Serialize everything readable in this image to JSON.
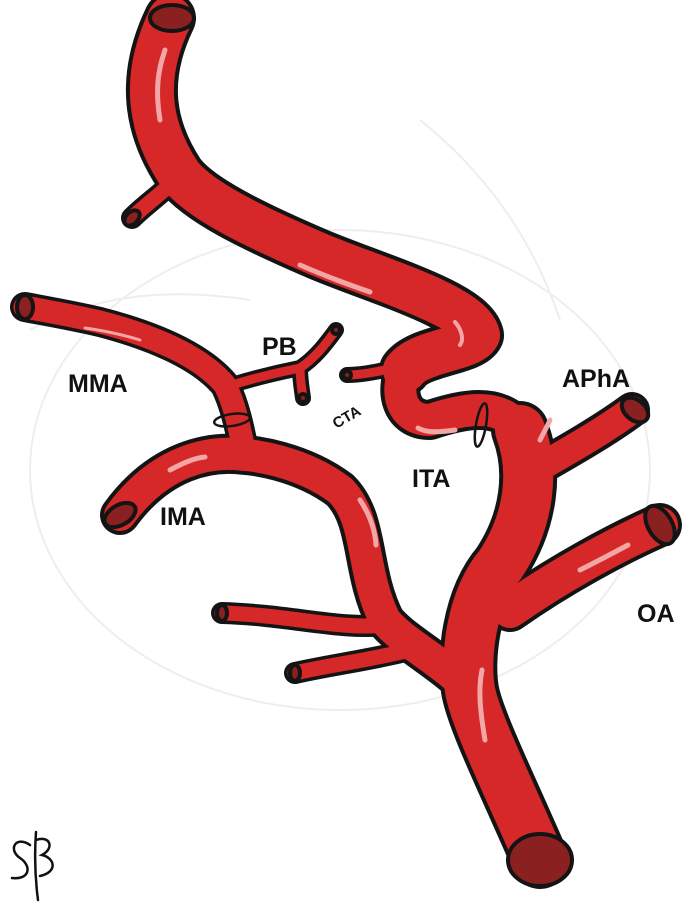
{
  "labels": {
    "mma": "MMA",
    "pb": "PB",
    "cta": "CTA",
    "apha": "APhA",
    "ita": "ITA",
    "ima": "IMA",
    "oa": "OA"
  },
  "signature": "SB",
  "colors": {
    "vessel": "#d62828",
    "vessel_outline": "#141414",
    "vessel_end": "#8b2020",
    "highlight": "#f3a6a6"
  }
}
